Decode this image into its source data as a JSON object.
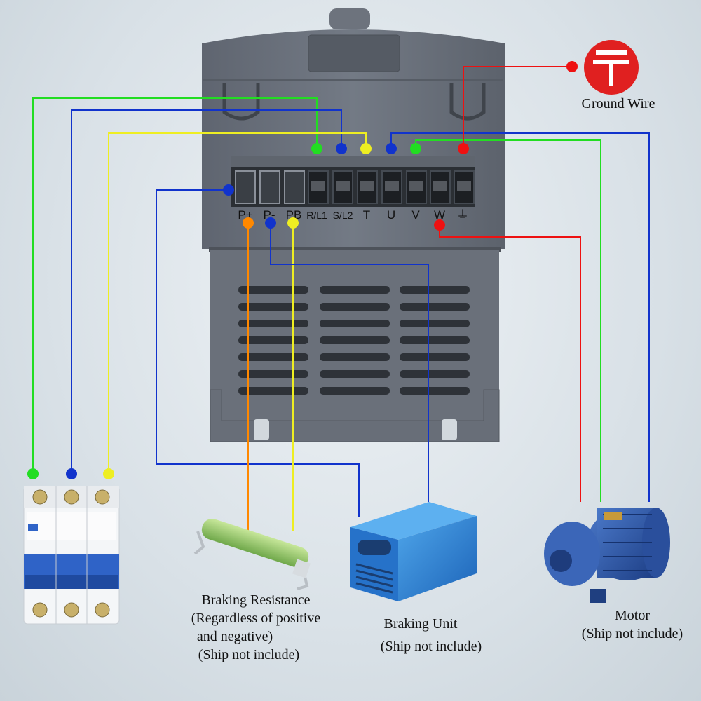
{
  "terminals": {
    "top": [
      {
        "id": "R",
        "color": "#22dd22"
      },
      {
        "id": "S",
        "color": "#1133cc"
      },
      {
        "id": "T",
        "color": "#eeee22"
      },
      {
        "id": "U",
        "color": "#1133cc"
      },
      {
        "id": "V",
        "color": "#22dd22"
      },
      {
        "id": "PE",
        "color": "#ee1111"
      }
    ],
    "bottom_labels": [
      "P+",
      "P-",
      "PB",
      "R/L1",
      "S/L2",
      "T",
      "U",
      "V",
      "W",
      "⏚"
    ]
  },
  "ground": {
    "label": "Ground Wire",
    "color": "#e02020"
  },
  "breaker": {
    "dots": [
      "#22dd22",
      "#1133cc",
      "#eeee22"
    ]
  },
  "braking_resistance": {
    "lines": [
      "Braking Resistance",
      "(Regardless of positive",
      "and negative)",
      "(Ship not include)"
    ]
  },
  "braking_unit": {
    "lines": [
      "Braking Unit",
      "(Ship not include)"
    ]
  },
  "motor": {
    "lines": [
      "Motor",
      "(Ship not include)"
    ]
  },
  "wire_colors": {
    "green": "#22dd22",
    "blue": "#1133cc",
    "yellow": "#eeee22",
    "red": "#ee1111",
    "orange": "#ff8800"
  }
}
